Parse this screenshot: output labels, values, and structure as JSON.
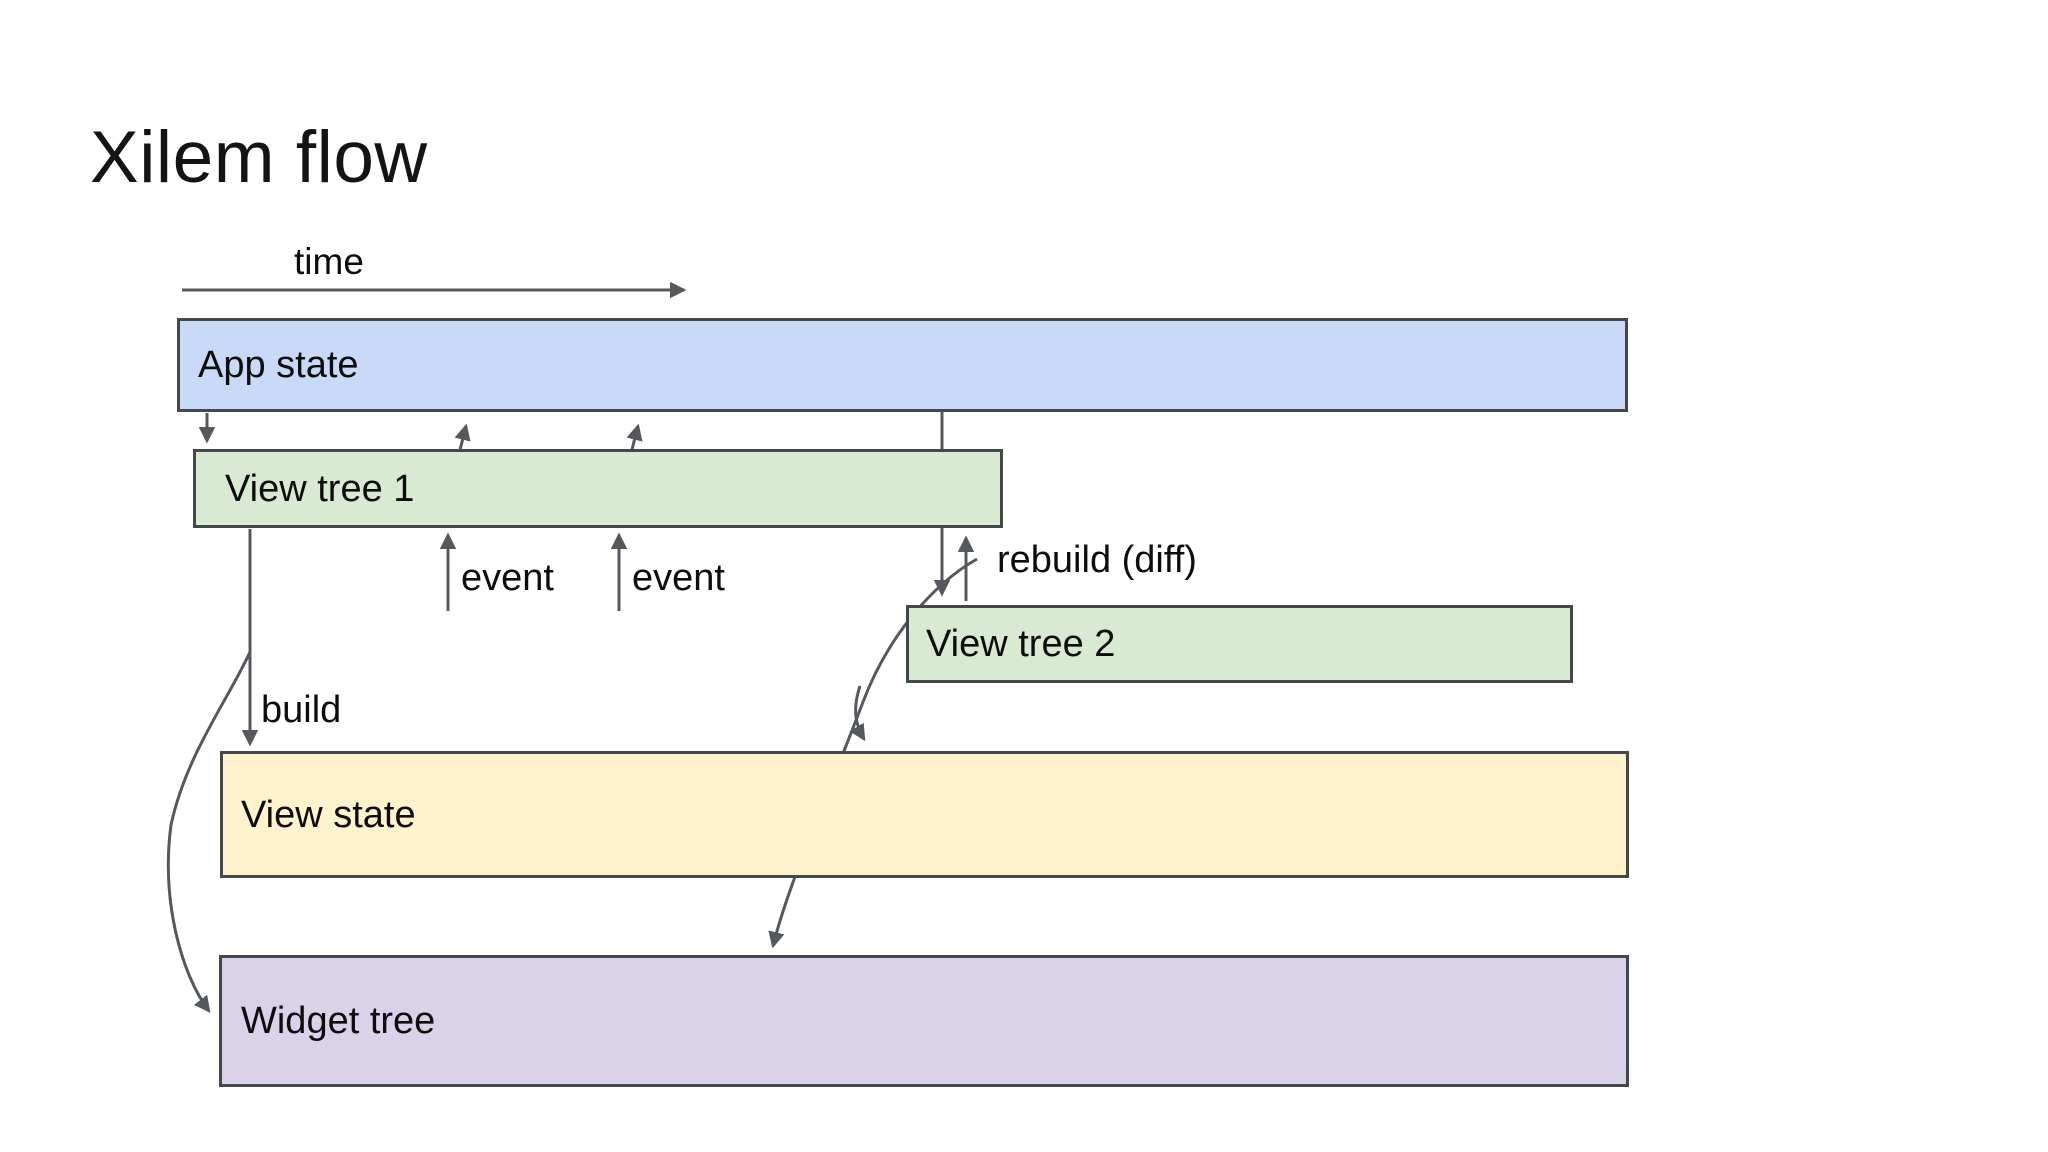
{
  "title": "Xilem flow",
  "timeline": {
    "label": "time"
  },
  "boxes": {
    "app_state": {
      "label": "App state",
      "fill": "#c9daf8"
    },
    "view_tree_1": {
      "label": "View tree 1",
      "fill": "#d9ead3"
    },
    "view_tree_2": {
      "label": "View tree 2",
      "fill": "#d9ead3"
    },
    "view_state": {
      "label": "View state",
      "fill": "#fff2cc"
    },
    "widget_tree": {
      "label": "Widget tree",
      "fill": "#d9d2e9"
    }
  },
  "annotations": {
    "event_1": "event",
    "event_2": "event",
    "build": "build",
    "rebuild": "rebuild (diff)"
  },
  "colors": {
    "background": "#ffffff",
    "box_border": "#45484b",
    "arrow": "#55585c",
    "text": "#0d0d0d"
  }
}
